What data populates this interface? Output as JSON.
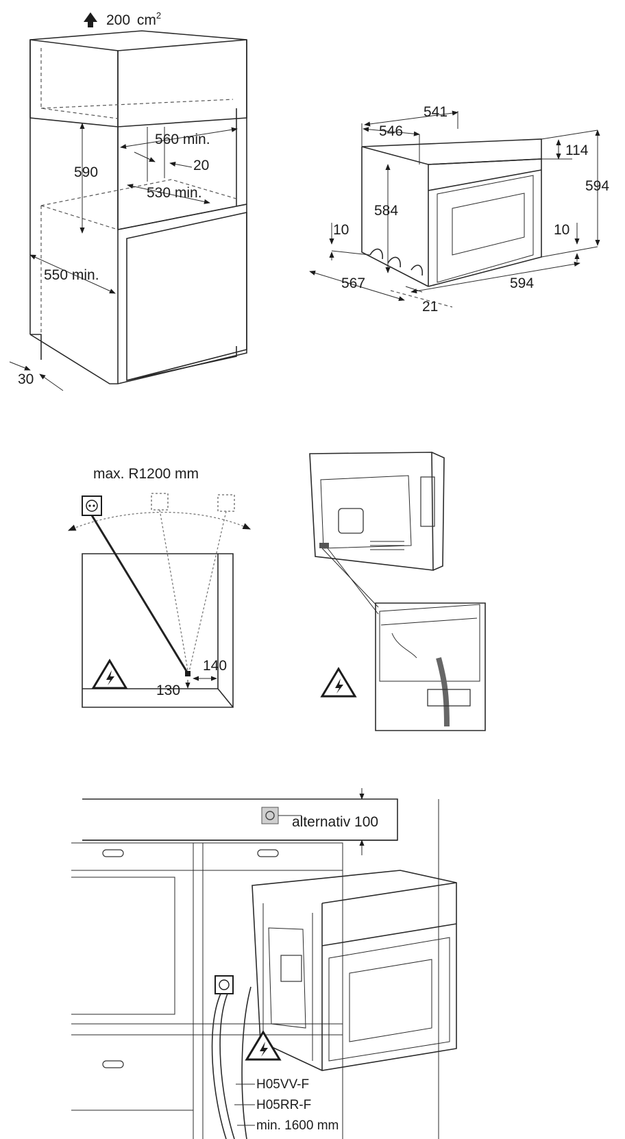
{
  "panel1": {
    "vent": {
      "value": "200",
      "unit": "cm",
      "sup": "2"
    },
    "dims": {
      "d590": "590",
      "d560": "560 min.",
      "d20": "20",
      "d530": "530 min.",
      "d550": "550 min.",
      "d30": "30"
    }
  },
  "panel2": {
    "dims": {
      "d541": "541",
      "d546": "546",
      "d114": "114",
      "d594v": "594",
      "d584": "584",
      "d10l": "10",
      "d10r": "10",
      "d567": "567",
      "d594h": "594",
      "d21": "21"
    }
  },
  "panel3": {
    "radius": "max. R1200 mm",
    "d140": "140",
    "d130": "130"
  },
  "panel5": {
    "alt_label": "alternativ 100",
    "cable1": "H05VV-F",
    "cable2": "H05RR-F",
    "length": "min. 1600 mm"
  },
  "icons": {
    "warning": "high-voltage-warning-icon",
    "socket": "power-socket-icon",
    "arrow": "up-arrow-icon"
  }
}
